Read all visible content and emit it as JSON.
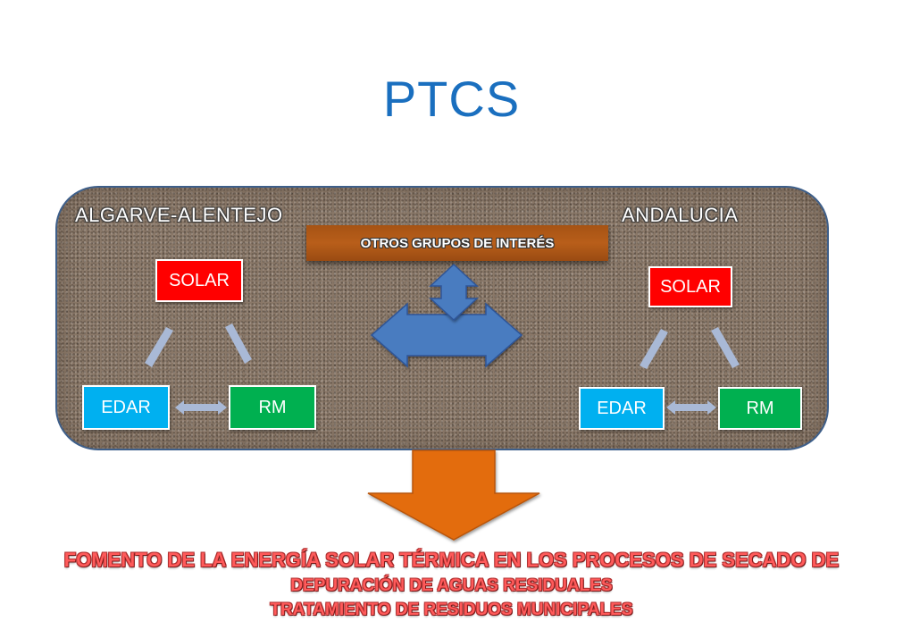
{
  "title": "PTCS",
  "regions": {
    "left": "ALGARVE-ALENTEJO",
    "right": "ANDALUCIA"
  },
  "otros_grupos": "OTROS GRUPOS DE INTERÉS",
  "nodes": {
    "solar": "SOLAR",
    "edar": "EDAR",
    "rm": "RM"
  },
  "result_lines": [
    "FOMENTO DE LA ENERGÍA SOLAR TÉRMICA EN LOS PROCESOS DE SECADO DE",
    "DEPURACIÓN DE AGUAS RESIDUALES",
    "TRATAMIENTO DE RESIDUOS MUNICIPALES"
  ],
  "colors": {
    "title": "#1a6fbf",
    "solar": "#ff0000",
    "edar": "#00b0f0",
    "rm": "#00b050",
    "exchange_arrow": "#4a7cc0",
    "output_arrow": "#e36c0a",
    "result_text": "#ff5a5a"
  }
}
